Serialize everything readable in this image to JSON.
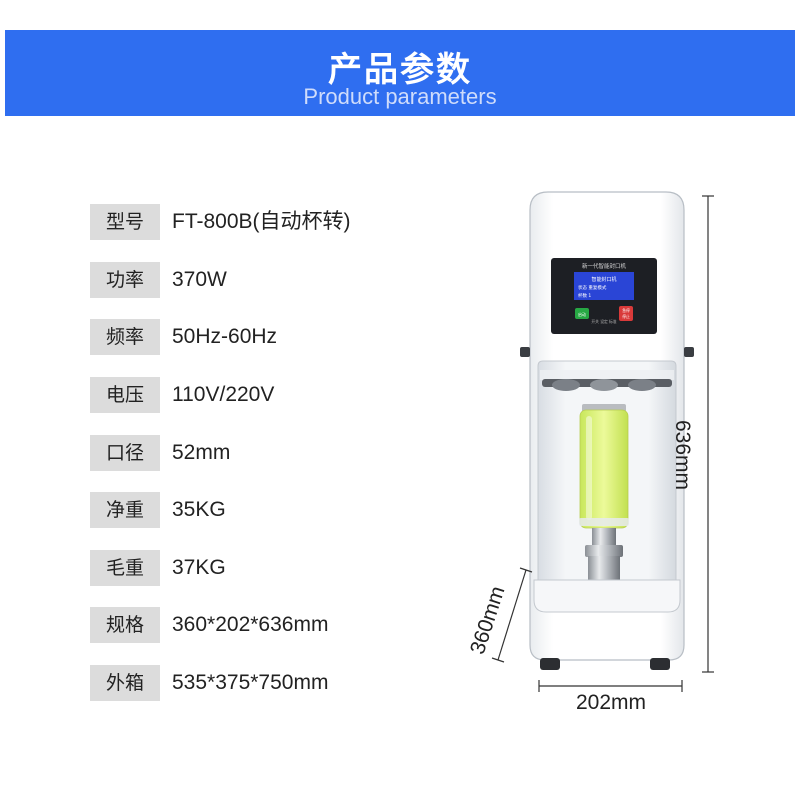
{
  "header": {
    "title": "产品参数",
    "subtitle": "Product parameters"
  },
  "params": [
    {
      "label": "型号",
      "value": "FT-800B(自动杯转)"
    },
    {
      "label": "功率",
      "value": "370W"
    },
    {
      "label": "频率",
      "value": "50Hz-60Hz"
    },
    {
      "label": "电压",
      "value": "110V/220V"
    },
    {
      "label": "口径",
      "value": "52mm"
    },
    {
      "label": "净重",
      "value": "35KG"
    },
    {
      "label": "毛重",
      "value": "37KG"
    },
    {
      "label": "规格",
      "value": "360*202*636mm"
    },
    {
      "label": "外箱",
      "value": "535*375*750mm"
    }
  ],
  "dimensions": {
    "height": "636mm",
    "depth": "360mm",
    "width": "202mm"
  },
  "machine_panel": {
    "header_text": "新一代智能封口机",
    "screen_title": "智能封口机",
    "screen_row1": "状态  重复模式",
    "screen_row2": "杯数  1",
    "small_labels": "开关  设定  标准",
    "left_button": "启动",
    "right_button": "急停",
    "right_button_2": "停止"
  },
  "colors": {
    "banner": "#2f6ef0",
    "label_bg": "#dcdcdc",
    "screen": "#2a45d6",
    "liquid": "#d9f07a"
  }
}
